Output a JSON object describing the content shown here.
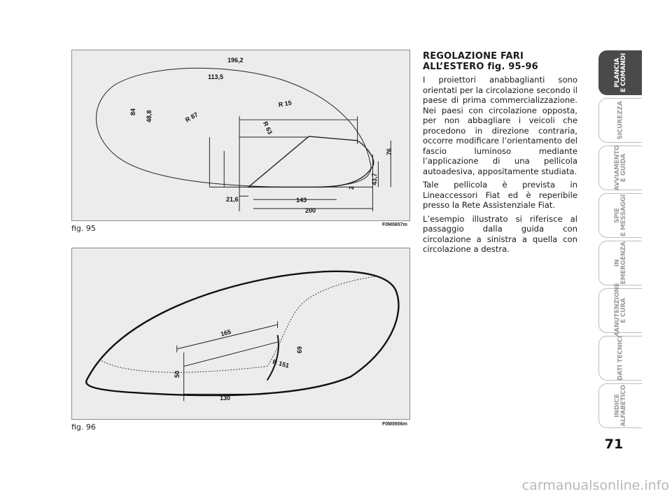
{
  "figure95": {
    "caption": "fig. 95",
    "code": "F0M0657m",
    "dims": [
      "196,2",
      "113,5",
      "84",
      "48,8",
      "R 87",
      "R 15",
      "R 63",
      "43,7",
      "76",
      "2",
      "21,6",
      "143",
      "200"
    ]
  },
  "figure96": {
    "caption": "fig. 96",
    "code": "F0M0656m",
    "dims": [
      "165",
      "69",
      "R 151",
      "50",
      "130"
    ]
  },
  "article": {
    "title_line1": "REGOLAZIONE FARI",
    "title_line2": "ALL’ESTERO fig. 95-96",
    "paragraphs": [
      "I proiettori anabbaglianti sono orientati per la circolazione secondo il paese di prima commercializzazione. Nei paesi con circolazione opposta, per non abbagliare i veicoli che procedono in direzione contraria, occorre modificare l’orientamento del fascio luminoso mediante l’applicazione di una pellicola autoadesiva, appositamente studiata.",
      "Tale pellicola è prevista in Lineaccessori Fiat ed è reperibile presso la Rete Assistenziale Fiat.",
      "L’esempio illustrato si riferisce al passaggio dalla guida con circolazione a sinistra a quella con circolazione a destra."
    ]
  },
  "tabs": [
    {
      "label": "PLANCIA\nE COMANDI",
      "active": true
    },
    {
      "label": "SICUREZZA",
      "active": false
    },
    {
      "label": "AVVIAMENTO\nE GUIDA",
      "active": false
    },
    {
      "label": "SPIE\nE MESSAGGI",
      "active": false
    },
    {
      "label": "IN\nEMERGENZA",
      "active": false
    },
    {
      "label": "MANUTENZIONE\nE CURA",
      "active": false
    },
    {
      "label": "DATI TECNICI",
      "active": false
    },
    {
      "label": "INDICE\nALFABETICO",
      "active": false
    }
  ],
  "page_number": "71",
  "watermark": "carmanualsonline.info"
}
